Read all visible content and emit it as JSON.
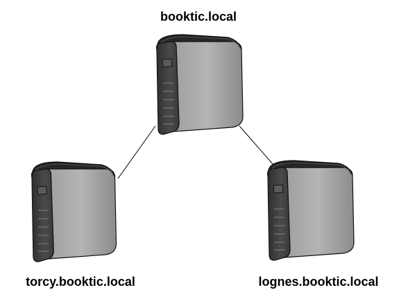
{
  "diagram": {
    "nodes": [
      {
        "id": "root",
        "label": "booktic.local",
        "icon": "server-icon"
      },
      {
        "id": "left",
        "label": "torcy.booktic.local",
        "icon": "server-icon"
      },
      {
        "id": "right",
        "label": "lognes.booktic.local",
        "icon": "server-icon"
      }
    ],
    "edges": [
      {
        "from": "root",
        "to": "left"
      },
      {
        "from": "root",
        "to": "right"
      }
    ],
    "colors": {
      "background": "#ffffff",
      "server_front": "#3f3f3f",
      "server_side": "#9a9a9a",
      "server_top": "#2a2a2a",
      "line": "#000000",
      "text": "#000000"
    }
  }
}
